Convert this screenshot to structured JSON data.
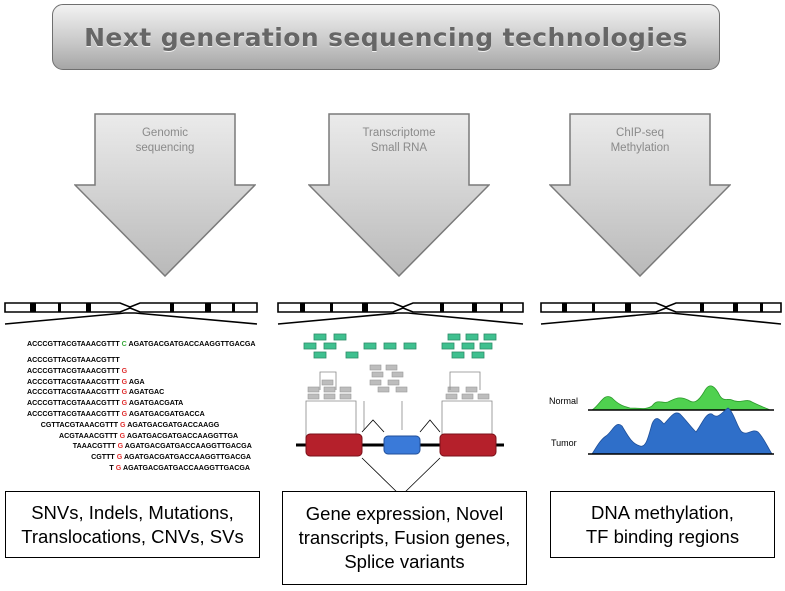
{
  "title": "Next generation sequencing technologies",
  "columns": [
    {
      "arrow_label": "Genomic\nsequencing",
      "result": "SNVs, Indels, Mutations,\nTranslocations, CNVs, SVs"
    },
    {
      "arrow_label": "Transcriptome\nSmall RNA",
      "result": "Gene expression, Novel\ntranscripts, Fusion genes,\nSplice variants"
    },
    {
      "arrow_label": "ChIP-seq\nMethylation",
      "result": "DNA methylation,\nTF binding regions"
    }
  ],
  "genomic": {
    "reference": {
      "left": "ACCCGTTACGTAAACGTTT",
      "variant": "C",
      "right": "AGATGACGATGACCAAGGTTGACGA"
    },
    "reads": [
      {
        "left": "ACCCGTTACGTAAACGTTT",
        "variant": "",
        "right": ""
      },
      {
        "left": "ACCCGTTACGTAAACGTTT",
        "variant": "G",
        "right": ""
      },
      {
        "left": "ACCCGTTACGTAAACGTTT",
        "variant": "G",
        "right": "AGA"
      },
      {
        "left": "ACCCGTTACGTAAACGTTT",
        "variant": "G",
        "right": "AGATGAC"
      },
      {
        "left": "ACCCGTTACGTAAACGTTT",
        "variant": "G",
        "right": "AGATGACGATA"
      },
      {
        "left": "ACCCGTTACGTAAACGTTT",
        "variant": "G",
        "right": "AGATGACGATGACCA"
      },
      {
        "left": "CGTTACGTAAACGTTT",
        "variant": "G",
        "right": "AGATGACGATGACCAAGG"
      },
      {
        "left": "ACGTAAACGTTT",
        "variant": "G",
        "right": "AGATGACGATGACCAAGGTTGA"
      },
      {
        "left": "TAAACGTTT",
        "variant": "G",
        "right": "AGATGACGATGACCAAGGTTGACGA"
      },
      {
        "left": "CGTTT",
        "variant": "G",
        "right": "AGATGACGATGACCAAGGTTGACGA"
      },
      {
        "left": "T",
        "variant": "G",
        "right": "AGATGACGATGACCAAGGTTGACGA"
      }
    ]
  },
  "chip": {
    "normal_label": "Normal",
    "tumor_label": "Tumor"
  },
  "colors": {
    "normal_peak": "#4fd14f",
    "tumor_peak": "#2f6fc9",
    "exon": "#b5202b",
    "novel_exon": "#3a7ad9",
    "read_box": "#3fc08f",
    "variant_base": "#e03030"
  }
}
